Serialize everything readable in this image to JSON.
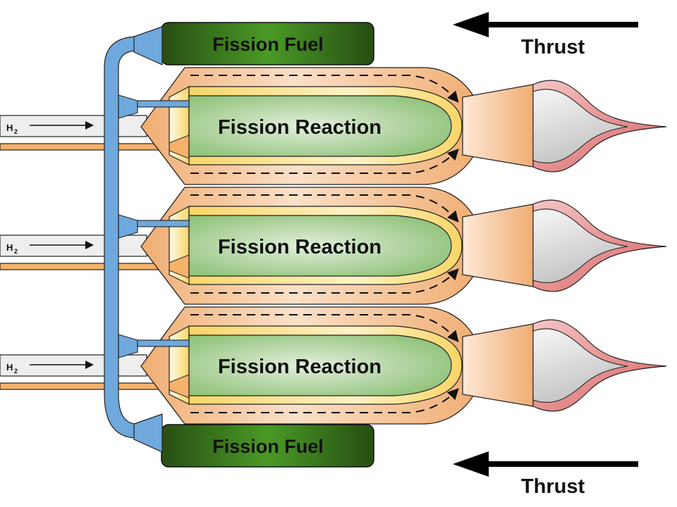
{
  "diagram": {
    "title": "Nuclear thermal rocket with three fission reaction chambers",
    "fuel_tanks": [
      {
        "label": "Fission Fuel"
      },
      {
        "label": "Fission Fuel"
      }
    ],
    "chambers": [
      {
        "label": "Fission Reaction",
        "inlet_label": "H",
        "inlet_subscript": "2"
      },
      {
        "label": "Fission Reaction",
        "inlet_label": "H",
        "inlet_subscript": "2"
      },
      {
        "label": "Fission Reaction",
        "inlet_label": "H",
        "inlet_subscript": "2"
      }
    ],
    "thrust": [
      {
        "label": "Thrust",
        "direction": "left"
      },
      {
        "label": "Thrust",
        "direction": "left"
      }
    ],
    "colors": {
      "fuel_line": "#6fa8dc",
      "chamber": "#f3b47a",
      "fuel_tank_dark": "#274e13",
      "fuel_tank_light": "#4a9a26",
      "reaction_core": "#93c47d",
      "core_shell": "#f9d567",
      "exhaust": "#e06666",
      "plume_core": "#e8e8e8"
    }
  }
}
